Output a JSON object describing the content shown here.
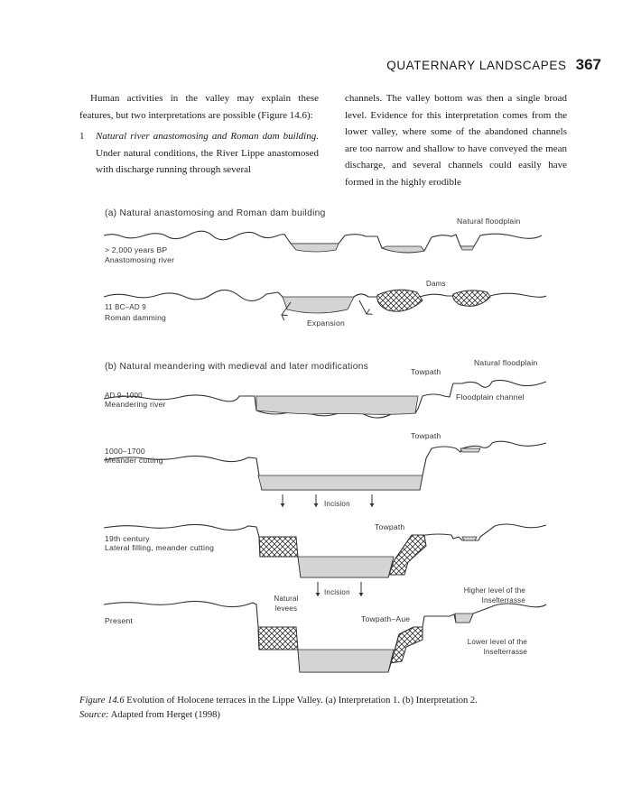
{
  "header": {
    "title": "QUATERNARY LANDSCAPES",
    "page_number": "367"
  },
  "left_column": {
    "intro": "Human activities in the valley may explain these features, but two interpretations are possible (Figure 14.6):",
    "item_number": "1",
    "item_heading": "Natural river anastomosing and Roman dam building.",
    "item_text": "Under natural conditions, the River Lippe anastomosed with discharge running through several"
  },
  "right_column": {
    "text": "channels. The valley bottom was then a single broad level. Evidence for this interpretation comes from the lower valley, where some of the abandoned channels are too narrow and shallow to have conveyed the mean discharge, and several channels could easily have formed in the highly erodible"
  },
  "figure": {
    "panel_a": {
      "heading": "(a) Natural anastomosing and Roman dam building",
      "natural_floodplain": "Natural floodplain",
      "stage1_period": "> 2,000 years BP",
      "stage1_desc": "Anastomosing river",
      "dams": "Dams",
      "stage2_period": "11 BC–AD 9",
      "stage2_desc": "Roman damming",
      "expansion": "Expansion"
    },
    "panel_b": {
      "heading": "(b) Natural meandering with medieval and later modifications",
      "natural_floodplain": "Natural floodplain",
      "towpath1": "Towpath",
      "stage1_period": "AD 9–1000",
      "stage1_desc": "Meandering river",
      "floodplain_channel": "Floodplain channel",
      "towpath2": "Towpath",
      "stage2_period": "1000–1700",
      "stage2_desc": "Meander cutting",
      "incision1": "Incision",
      "towpath3": "Towpath",
      "stage3_period": "19th century",
      "stage3_desc": "Lateral filling, meander cutting",
      "incision2": "Incision",
      "natural_levees": "Natural levees",
      "higher_level": "Higher level of the Inselterrasse",
      "stage4_period": "Present",
      "towpath_aue": "Towpath–Aue",
      "lower_level": "Lower level of the Inselterrasse"
    }
  },
  "caption": {
    "figure_label": "Figure 14.6",
    "figure_text": "Evolution of Holocene terraces in the Lippe Valley. (a) Interpretation 1. (b) Interpretation 2.",
    "source_label": "Source:",
    "source_text": "Adapted from Herget (1998)"
  },
  "colors": {
    "water_fill": "#d4d4d4",
    "line": "#333333"
  }
}
